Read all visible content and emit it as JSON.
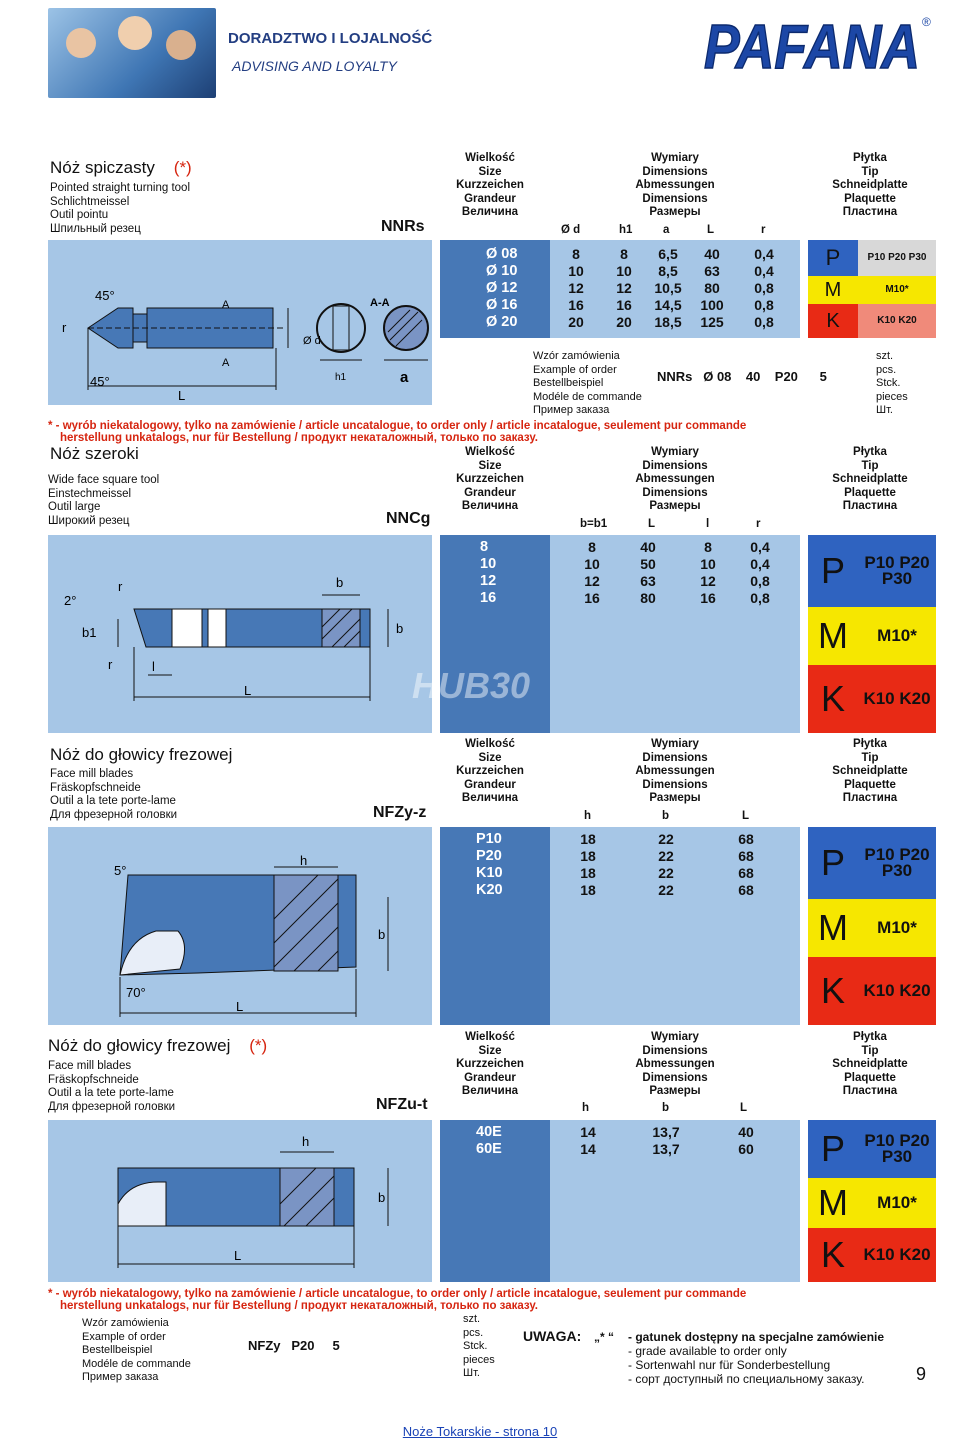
{
  "header": {
    "line1": "DORADZTWO I LOJALNOŚĆ",
    "line2": "ADVISING AND LOYALTY",
    "logo": "PAFANA",
    "logo_mark": "®"
  },
  "colheads": {
    "size": [
      "Wielkość",
      "Size",
      "Kurzzeichen",
      "Grandeur",
      "Величина"
    ],
    "dims": [
      "Wymiary",
      "Dimensions",
      "Abmessungen",
      "Dimensions",
      "Размеры"
    ],
    "tip": [
      "Płytka",
      "Tip",
      "Schneidplatte",
      "Plaquette",
      "Пластина"
    ]
  },
  "grades": {
    "P": {
      "letter": "P",
      "grades": "P10 P20 P30",
      "color": "#2f63c0"
    },
    "M": {
      "letter": "M",
      "grades": "M10*",
      "color": "#f6e700"
    },
    "K": {
      "letter": "K",
      "grades": "K10 K20",
      "color": "#e82a15"
    }
  },
  "sections": [
    {
      "title": "Nóż  spiczasty",
      "star": "(*)",
      "subs": [
        "Pointed  straight  turning  tool",
        "Schlichtmeissel",
        "Outil  pointu",
        "Шпильный резец"
      ],
      "code": "NNRs",
      "dim_labels": [
        "Ø d",
        "h1",
        "a",
        "L",
        "r"
      ],
      "sizes": [
        "Ø 08",
        "Ø 10",
        "Ø 12",
        "Ø 16",
        "Ø 20"
      ],
      "rows": [
        [
          "8",
          "8",
          "6,5",
          "40",
          "0,4"
        ],
        [
          "10",
          "10",
          "8,5",
          "63",
          "0,4"
        ],
        [
          "12",
          "12",
          "10,5",
          "80",
          "0,8"
        ],
        [
          "16",
          "16",
          "14,5",
          "100",
          "0,8"
        ],
        [
          "20",
          "20",
          "18,5",
          "125",
          "0,8"
        ]
      ],
      "drawing_labels": [
        "45°",
        "45°",
        "r",
        "A",
        "A",
        "A-A",
        "Ø d",
        "h1",
        "a",
        "L"
      ]
    },
    {
      "title": "Nóż  szeroki",
      "subs": [
        "Wide  face  square  tool",
        "Einstechmeissel",
        "Outil  large",
        "Широкий резец"
      ],
      "code": "NNCg",
      "dim_labels": [
        "b=b1",
        "L",
        "l",
        "r"
      ],
      "sizes": [
        "8",
        "10",
        "12",
        "16"
      ],
      "rows": [
        [
          "8",
          "40",
          "8",
          "0,4"
        ],
        [
          "10",
          "50",
          "10",
          "0,4"
        ],
        [
          "12",
          "63",
          "12",
          "0,8"
        ],
        [
          "16",
          "80",
          "16",
          "0,8"
        ]
      ],
      "drawing_labels": [
        "2°",
        "r",
        "b",
        "b1",
        "r",
        "l",
        "L",
        "b"
      ]
    },
    {
      "title": "Nóż  do  głowicy  frezowej",
      "subs": [
        "Face  mill  blades",
        "Fräskopfschneide",
        "Outil  a  la  tete  porte-lame",
        "Для фрезерной головки"
      ],
      "code": "NFZy-z",
      "dim_labels": [
        "h",
        "b",
        "L"
      ],
      "sizes": [
        "P10",
        "P20",
        "K10",
        "K20"
      ],
      "rows": [
        [
          "18",
          "22",
          "68"
        ],
        [
          "18",
          "22",
          "68"
        ],
        [
          "18",
          "22",
          "68"
        ],
        [
          "18",
          "22",
          "68"
        ]
      ],
      "drawing_labels": [
        "5°",
        "h",
        "b",
        "70°",
        "L"
      ]
    },
    {
      "title": "Nóż  do  głowicy  frezowej",
      "star": "(*)",
      "subs": [
        "Face  mill  blades",
        "Fräskopfschneide",
        "Outil  a  la  tete  porte-lame",
        "Для фрезерной головки"
      ],
      "code": "NFZu-t",
      "dim_labels": [
        "h",
        "b",
        "L"
      ],
      "sizes": [
        "40E",
        "60E"
      ],
      "rows": [
        [
          "14",
          "13,7",
          "40"
        ],
        [
          "14",
          "13,7",
          "60"
        ]
      ],
      "drawing_labels": [
        "h",
        "b",
        "L"
      ]
    }
  ],
  "example1": {
    "labels": [
      "Wzór  zamówienia",
      "Example  of  order",
      "Bestellbeispiel",
      "Modéle  de  commande",
      "Пример  заказа"
    ],
    "value": "NNRs   Ø 08    40    P20      5",
    "units": [
      "szt.",
      "pcs.",
      "Stck.",
      "pieces",
      "Шт."
    ]
  },
  "note": {
    "line1": "* - wyrób niekatalogowy, tylko na zamówienie / article uncatalogue, to order only / article incatalogue, seulement pur commande",
    "line2": "herstellung unkatalogs, nur für Bestellung / продукт некаталожный,  только по  заказу."
  },
  "example2": {
    "labels": [
      "Wzór  zamówienia",
      "Example  of  order",
      "Bestellbeispiel",
      "Modéle  de  commande",
      "Пример  заказа"
    ],
    "value": "NFZy   P20     5",
    "units": [
      "szt.",
      "pcs.",
      "Stck.",
      "pieces",
      "Шт."
    ]
  },
  "uwaga": {
    "label": "UWAGA:",
    "sym": "„* “",
    "lines": [
      "- gatunek dostępny na specjalne zamówienie",
      "- grade available to order only",
      "- Sortenwahl nur für Sonderbestellung",
      "- сорт доступный по специальному заказу."
    ]
  },
  "watermark": "HUB30",
  "page_number": "9",
  "footer_link": "Noże Tokarskie - strona 10"
}
